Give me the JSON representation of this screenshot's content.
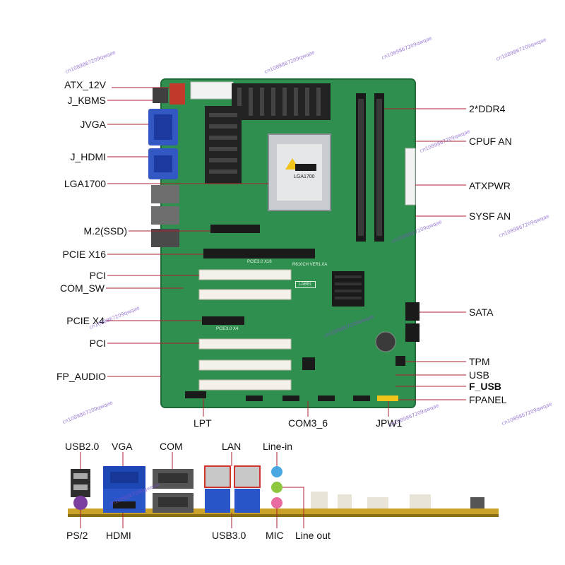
{
  "board_labels": {
    "left": [
      "ATX_12V",
      "J_KBMS",
      "JVGA",
      "J_HDMI",
      "LGA1700",
      "M.2(SSD)",
      "PCIE X16",
      "PCI",
      "COM_SW",
      "PCIE X4",
      "PCI",
      "FP_AUDIO"
    ],
    "right": [
      "2*DDR4",
      "CPUF AN",
      "ATXPWR",
      "SYSF AN",
      "SATA",
      "TPM",
      "USB",
      "F_USB",
      "FPANEL"
    ],
    "bottom": [
      "LPT",
      "COM3_6",
      "JPW1"
    ]
  },
  "io_labels": {
    "top": [
      "USB2.0",
      "VGA",
      "COM",
      "LAN",
      "Line-in"
    ],
    "bottom": [
      "PS/2",
      "HDMI",
      "USB3.0",
      "MIC",
      "Line out"
    ]
  },
  "silkscreen": {
    "cpu_mark": "LGA1700",
    "pcie_x16": "PCIE3.0 X16",
    "board_rev": "R610CH VER1.0A",
    "label_box": "LABEL",
    "pcie_x4": "PCIE3.0 X4"
  },
  "watermark": "cn1089867209qwqae",
  "colors": {
    "pcb": "#2f8f4e",
    "pcb_dark": "#1f6b38",
    "slot_white": "#f4f1ea",
    "slot_black": "#1a1a1a",
    "heatsink": "#222222",
    "leader": "#b02030",
    "io_blue": "#2a55c8",
    "io_plate": "#c9a227"
  }
}
